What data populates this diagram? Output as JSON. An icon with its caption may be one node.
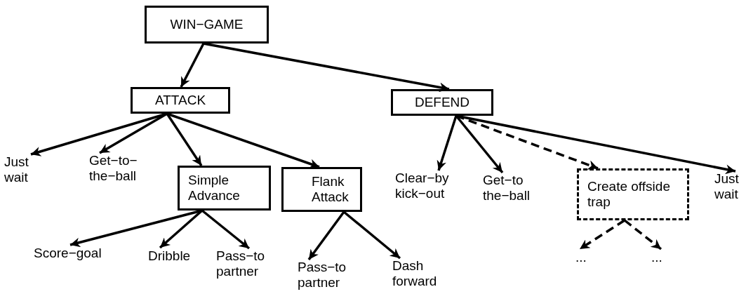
{
  "diagram": {
    "nodes": [
      {
        "text": [
          "WIN−GAME"
        ]
      },
      {
        "text": [
          "ATTACK"
        ]
      },
      {
        "text": [
          "DEFEND"
        ]
      },
      {
        "text": [
          "Just wait"
        ]
      },
      {
        "text": [
          "Get−to− the−ball"
        ]
      },
      {
        "text": [
          "Simple Advance"
        ]
      },
      {
        "text": [
          "Flank Attack"
        ]
      },
      {
        "text": [
          "Score−goal"
        ]
      },
      {
        "text": [
          "Dribble"
        ]
      },
      {
        "text": [
          "Pass−to partner"
        ]
      },
      {
        "text": [
          "Pass−to partner"
        ]
      },
      {
        "text": [
          "Dash forward"
        ]
      },
      {
        "text": [
          "Clear−by kick−out"
        ]
      },
      {
        "text": [
          "Get−to the−ball"
        ]
      },
      {
        "text": [
          "Create offside trap"
        ]
      },
      {
        "text": [
          "Just wait"
        ]
      },
      {
        "text": [
          "..."
        ]
      },
      {
        "text": [
          "..."
        ]
      }
    ],
    "edges": [
      {
        "from": 0,
        "to": 1,
        "arrow": "to"
      },
      {
        "from": 0,
        "to": 2,
        "arrow": "to"
      },
      {
        "from": 1,
        "to": 3,
        "arrow": "to"
      },
      {
        "from": 1,
        "to": 4,
        "arrow": "to"
      },
      {
        "from": 1,
        "to": 5,
        "arrow": "to"
      },
      {
        "from": 1,
        "to": 6,
        "arrow": "to"
      },
      {
        "from": 5,
        "to": 7,
        "arrow": "to"
      },
      {
        "from": 5,
        "to": 8,
        "arrow": "to"
      },
      {
        "from": 5,
        "to": 9,
        "arrow": "to"
      },
      {
        "from": 6,
        "to": 10,
        "arrow": "to"
      },
      {
        "from": 6,
        "to": 11,
        "arrow": "to"
      },
      {
        "from": 2,
        "to": 12,
        "arrow": "to"
      },
      {
        "from": 2,
        "to": 13,
        "arrow": "to"
      },
      {
        "from": 2,
        "to": 14,
        "arrow": "to",
        "style": "dashed"
      },
      {
        "from": 2,
        "to": 15,
        "arrow": "to"
      },
      {
        "from": 14,
        "to": 16,
        "arrow": "to",
        "style": "dashed"
      },
      {
        "from": 14,
        "to": 17,
        "arrow": "to",
        "style": "dashed"
      }
    ]
  }
}
